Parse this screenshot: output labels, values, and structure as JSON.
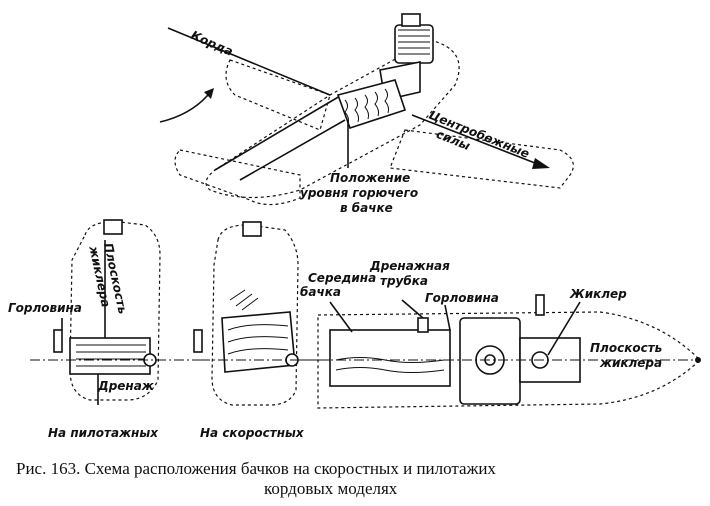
{
  "top_view": {
    "labels": {
      "cord": "Корда",
      "centrifugal_forces": "Центробежные\nсилы",
      "fuel_level_position": "Положение\nуровня горючего\nв бачке"
    }
  },
  "aerobatic_view": {
    "labels": {
      "jet_plane": "Плоскость\nжиклера",
      "filler_neck": "Горловина",
      "drain": "Дренаж"
    },
    "caption": "На пилотажных"
  },
  "speed_view": {
    "caption": "На скоростных"
  },
  "side_view": {
    "labels": {
      "tank_middle": "Середина\nбачка",
      "drain_tube": "Дренажная\nтрубка",
      "filler_neck": "Горловина",
      "jet": "Жиклер",
      "jet_plane": "Плоскость\nжиклера"
    }
  },
  "figure_caption": {
    "line1": "Рис. 163. Схема расположения бачков на скоростных и пилотажих",
    "line2": "кордовых моделях"
  }
}
